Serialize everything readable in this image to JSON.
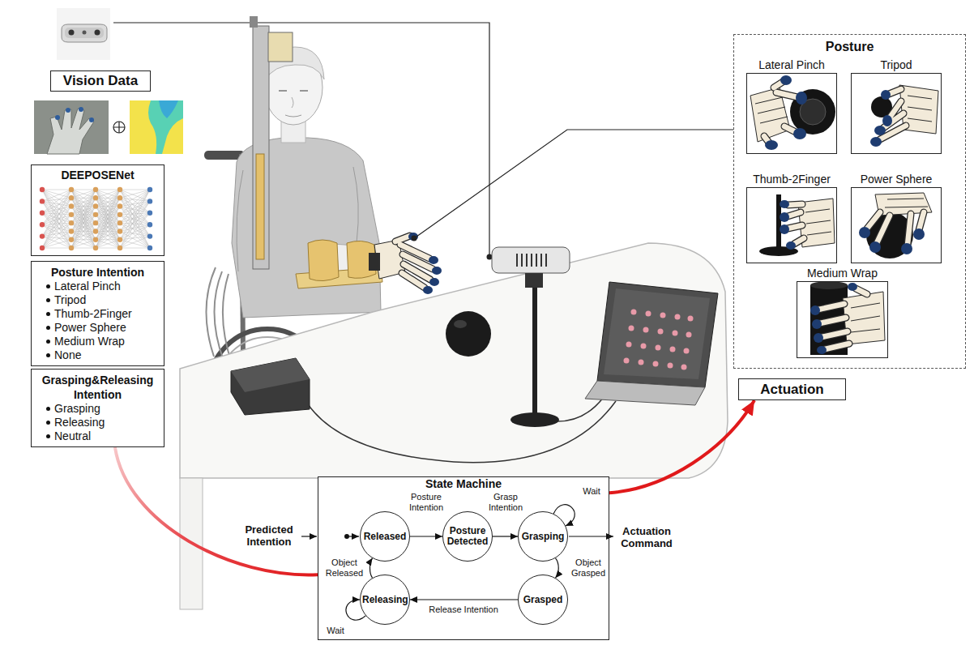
{
  "diagram": {
    "nodes": [
      {
        "text": [
          "Vision Data"
        ]
      },
      {
        "text": [
          "DEEPOSENet"
        ]
      },
      {
        "text": [
          "Posture Intention",
          "Lateral Pinch",
          "Tripod",
          "Thumb-2Finger",
          "Power Sphere",
          "Medium Wrap",
          "None"
        ]
      },
      {
        "text": [
          "Grasping&Releasing Intention",
          "Grasping",
          "Releasing",
          "Neutral"
        ]
      },
      {
        "text": [
          "Posture"
        ]
      },
      {
        "text": [
          "Lateral Pinch"
        ],
        "in": 4
      },
      {
        "text": [
          "Tripod"
        ],
        "in": 4
      },
      {
        "text": [
          "Thumb-2Finger"
        ],
        "in": 4
      },
      {
        "text": [
          "Power Sphere"
        ],
        "in": 4
      },
      {
        "text": [
          "Medium Wrap"
        ],
        "in": 4
      },
      {
        "text": [
          "Actuation"
        ]
      },
      {
        "text": [
          "State Machine"
        ]
      },
      {
        "text": [
          "Released"
        ],
        "in": 11
      },
      {
        "text": [
          "Posture Detected"
        ],
        "in": 11
      },
      {
        "text": [
          "Grasping"
        ],
        "in": 11
      },
      {
        "text": [
          "Grasped"
        ],
        "in": 11
      },
      {
        "text": [
          "Releasing"
        ],
        "in": 11
      }
    ],
    "edges": [
      {
        "from": 12,
        "to": 13,
        "label": "Posture Intention",
        "arrow": "to"
      },
      {
        "from": 13,
        "to": 14,
        "label": "Grasp Intention",
        "arrow": "to"
      },
      {
        "from": 14,
        "to": 14,
        "label": "Wait",
        "arrow": "to"
      },
      {
        "from": 14,
        "to": 15,
        "label": "Object Grasped",
        "arrow": "to"
      },
      {
        "from": 15,
        "to": 16,
        "label": "Release Intention",
        "arrow": "to"
      },
      {
        "from": 16,
        "to": 16,
        "label": "Wait",
        "arrow": "to"
      },
      {
        "from": 16,
        "to": 12,
        "label": "Object Released",
        "arrow": "to"
      },
      {
        "from": 3,
        "to": 11,
        "arrow": "none"
      },
      {
        "from": 11,
        "to": 10,
        "arrow": "to"
      }
    ],
    "labels": [
      "Predicted Intention",
      "Actuation Command"
    ]
  }
}
